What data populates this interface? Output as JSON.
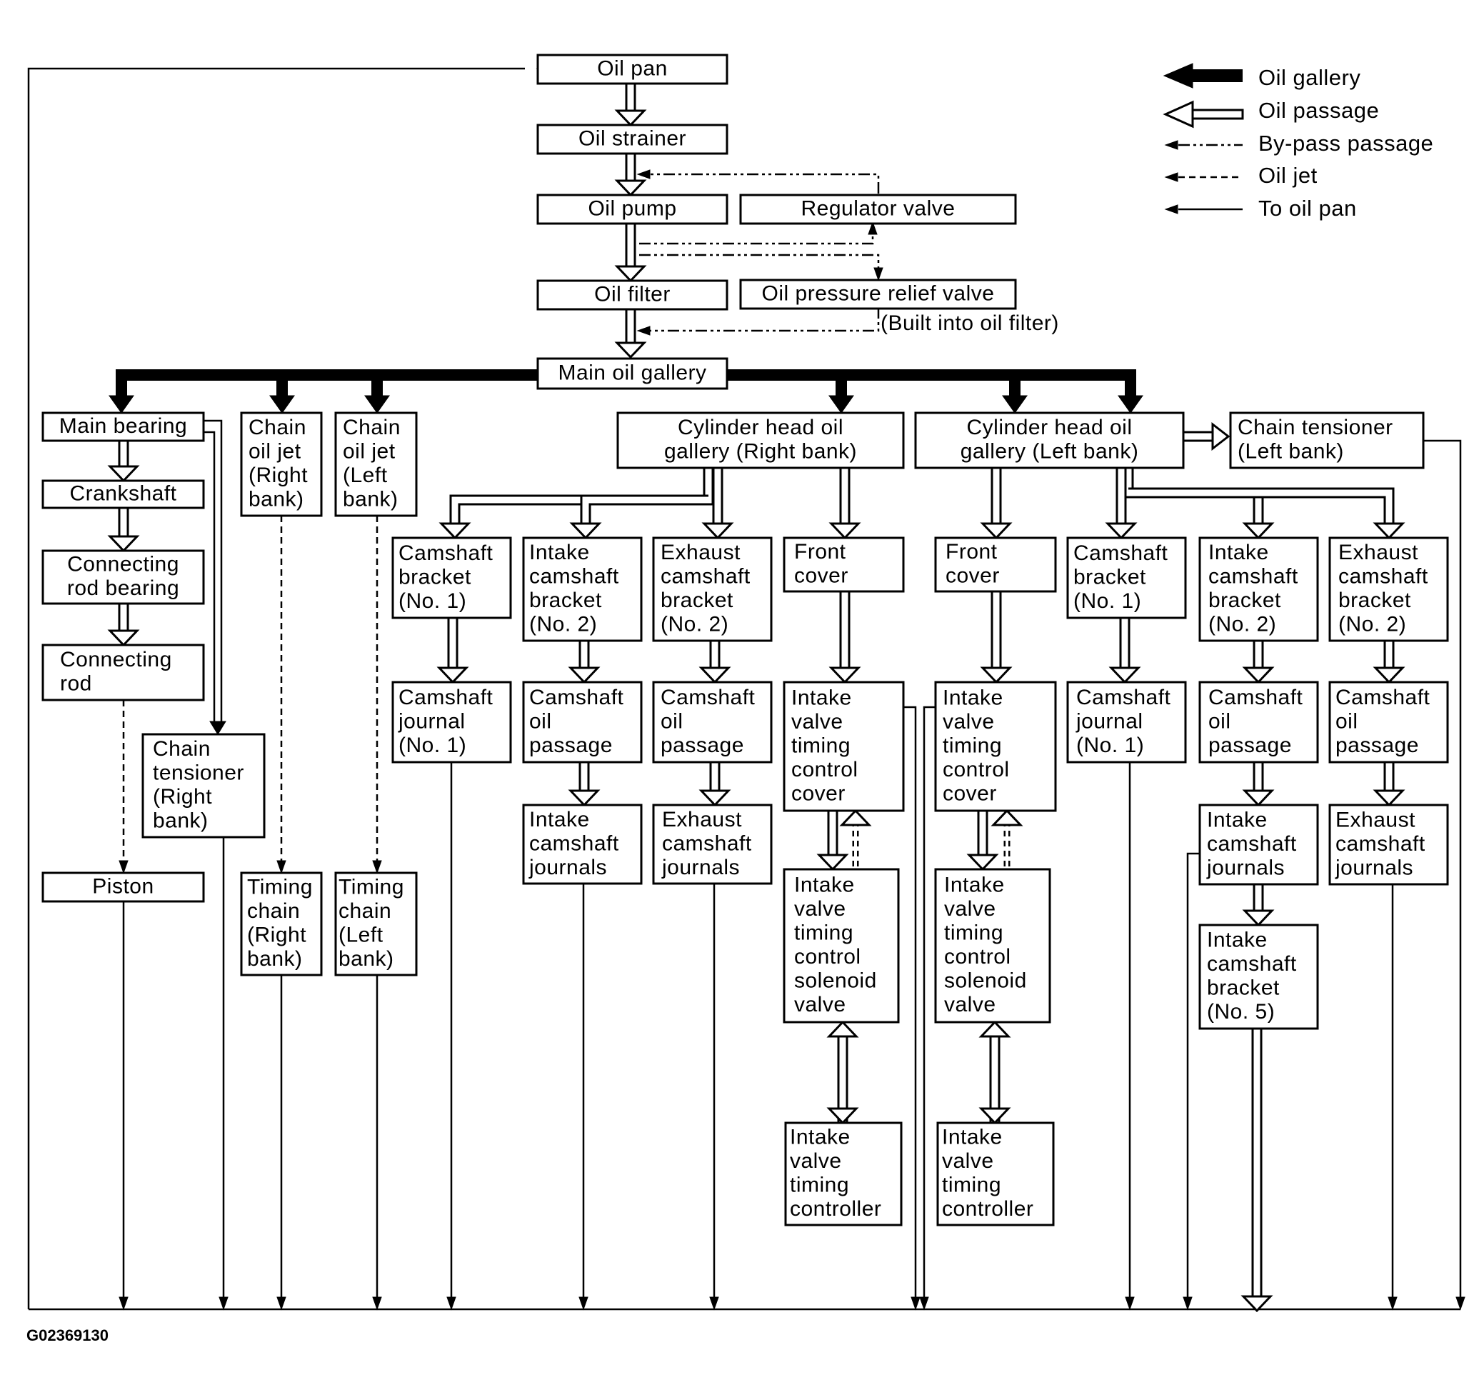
{
  "legend": {
    "oil_gallery": "Oil gallery",
    "oil_passage": "Oil passage",
    "bypass_passage": "By-pass passage",
    "oil_jet": "Oil jet",
    "to_oil_pan": "To oil pan"
  },
  "boxes": {
    "oil_pan": [
      "Oil pan"
    ],
    "oil_strainer": [
      "Oil strainer"
    ],
    "oil_pump": [
      "Oil pump"
    ],
    "regulator_valve": [
      "Regulator valve"
    ],
    "oil_filter": [
      "Oil filter"
    ],
    "relief_valve": [
      "Oil pressure relief valve"
    ],
    "main_oil_gallery": [
      "Main oil gallery"
    ],
    "main_bearing": [
      "Main bearing"
    ],
    "crankshaft": [
      "Crankshaft"
    ],
    "conrod_bearing": [
      "Connecting",
      "rod bearing"
    ],
    "conrod": [
      "Connecting",
      "rod"
    ],
    "chain_tensioner_right": [
      "Chain",
      "tensioner",
      "(Right",
      "bank)"
    ],
    "piston": [
      "Piston"
    ],
    "chain_jet_right": [
      "Chain",
      "oil jet",
      "(Right",
      "bank)"
    ],
    "chain_jet_left": [
      "Chain",
      "oil jet",
      "(Left",
      "bank)"
    ],
    "timing_chain_right": [
      "Timing",
      "chain",
      "(Right",
      "bank)"
    ],
    "timing_chain_left": [
      "Timing",
      "chain",
      "(Left",
      "bank)"
    ],
    "head_gallery_right": [
      "Cylinder head oil",
      "gallery (Right bank)"
    ],
    "head_gallery_left": [
      "Cylinder head oil",
      "gallery (Left bank)"
    ],
    "chain_tensioner_left": [
      "Chain tensioner",
      "(Left bank)"
    ],
    "r_cam_bracket_1": [
      "Camshaft",
      "bracket",
      "(No. 1)"
    ],
    "r_intake_bracket_2": [
      "Intake",
      "camshaft",
      "bracket",
      "(No. 2)"
    ],
    "r_exhaust_bracket_2": [
      "Exhaust",
      "camshaft",
      "bracket",
      "(No. 2)"
    ],
    "r_front_cover": [
      "Front",
      "cover"
    ],
    "l_front_cover": [
      "Front",
      "cover"
    ],
    "l_cam_bracket_1": [
      "Camshaft",
      "bracket",
      "(No. 1)"
    ],
    "l_intake_bracket_2": [
      "Intake",
      "camshaft",
      "bracket",
      "(No. 2)"
    ],
    "l_exhaust_bracket_2": [
      "Exhaust",
      "camshaft",
      "bracket",
      "(No. 2)"
    ],
    "r_cam_journal_1": [
      "Camshaft",
      "journal",
      "(No. 1)"
    ],
    "r_intake_cam_passage": [
      "Camshaft",
      "oil",
      "passage"
    ],
    "r_exhaust_cam_passage": [
      "Camshaft",
      "oil",
      "passage"
    ],
    "r_ivt_cover": [
      "Intake",
      "valve",
      "timing",
      "control",
      "cover"
    ],
    "l_ivt_cover": [
      "Intake",
      "valve",
      "timing",
      "control",
      "cover"
    ],
    "l_cam_journal_1": [
      "Camshaft",
      "journal",
      "(No. 1)"
    ],
    "l_intake_cam_passage": [
      "Camshaft",
      "oil",
      "passage"
    ],
    "l_exhaust_cam_passage": [
      "Camshaft",
      "oil",
      "passage"
    ],
    "r_intake_journals": [
      "Intake",
      "camshaft",
      "journals"
    ],
    "r_exhaust_journals": [
      "Exhaust",
      "camshaft",
      "journals"
    ],
    "l_intake_journals": [
      "Intake",
      "camshaft",
      "journals"
    ],
    "l_exhaust_journals": [
      "Exhaust",
      "camshaft",
      "journals"
    ],
    "r_ivt_solenoid": [
      "Intake",
      "valve",
      "timing",
      "control",
      "solenoid",
      "valve"
    ],
    "l_ivt_solenoid": [
      "Intake",
      "valve",
      "timing",
      "control",
      "solenoid",
      "valve"
    ],
    "l_intake_bracket_5": [
      "Intake",
      "camshaft",
      "bracket",
      "(No. 5)"
    ],
    "r_ivt_controller": [
      "Intake",
      "valve",
      "timing",
      "controller"
    ],
    "l_ivt_controller": [
      "Intake",
      "valve",
      "timing",
      "controller"
    ]
  },
  "notes": {
    "built_into_filter": "(Built into oil filter)",
    "figure_code": "G02369130"
  }
}
